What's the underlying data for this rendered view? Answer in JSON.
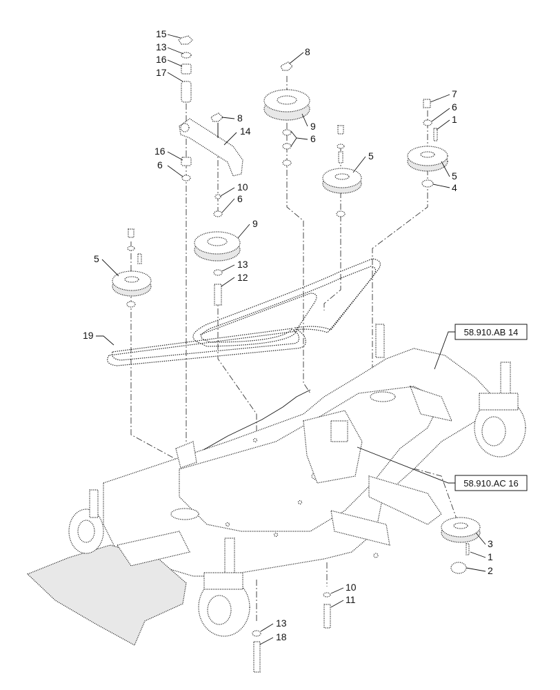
{
  "callouts": {
    "c15": "15",
    "c13a": "13",
    "c16a": "16",
    "c17": "17",
    "c8a": "8",
    "c14": "14",
    "c16b": "16",
    "c6a": "6",
    "c10a": "10",
    "c6b": "6",
    "c9a": "9",
    "c13b": "13",
    "c12": "12",
    "c8b": "8",
    "c9b": "9",
    "c6c": "6",
    "c5a": "5",
    "c7": "7",
    "c6d": "6",
    "c1a": "1",
    "c5b": "5",
    "c4": "4",
    "c5c": "5",
    "c19": "19",
    "c3": "3",
    "c1b": "1",
    "c2": "2",
    "c10b": "10",
    "c11": "11",
    "c13c": "13",
    "c18": "18"
  },
  "references": {
    "ref_ab": "58.910.AB 14",
    "ref_ac": "58.910.AC 16"
  }
}
